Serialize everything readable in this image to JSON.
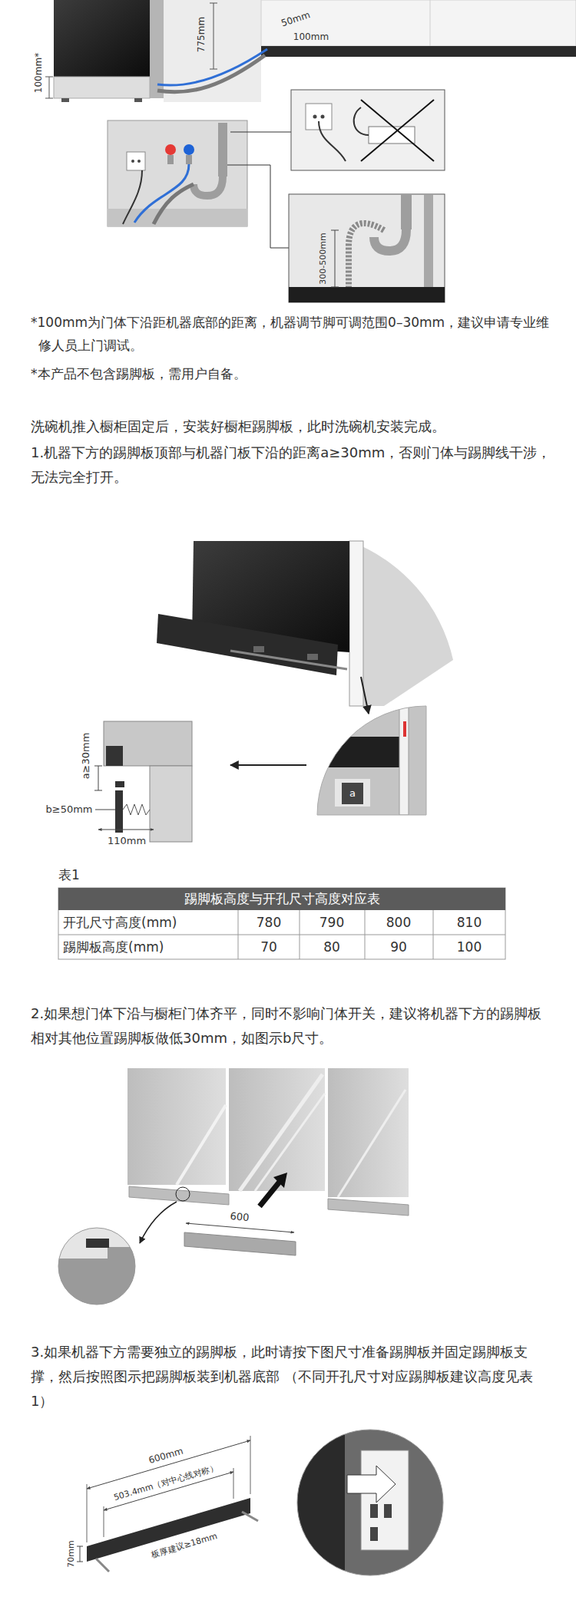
{
  "diagram": {
    "nodes": [
      {
        "text": [
          "踢脚板高度与开孔尺寸高度对应表"
        ]
      }
    ],
    "labels": [
      "775mm",
      "100mm*",
      "50mm",
      "100mm",
      "300-500mm",
      "*100mm为门体下沿距机器底部的距离，机器调节脚可调范围0–30mm，建议申请专业维修人员上门调试。",
      "*本产品不包含踢脚板，需用户自备。",
      "洗碗机推入橱柜固定后，安装好橱柜踢脚板，此时洗碗机安装完成。",
      "1.机器下方的踢脚板顶部与机器门板下沿的距离a≥30mm，否则门体与踢脚线干涉，无法完全打开。",
      "a≥30mm",
      "b≥50mm",
      "110mm",
      "a",
      "表1",
      "开孔尺寸高度(mm)",
      "780",
      "790",
      "800",
      "810",
      "踢脚板高度(mm)",
      "70",
      "80",
      "90",
      "100",
      "2.如果想门体下沿与橱柜门体齐平，同时不影响门体开关，建议将机器下方的踢脚板相对其他位置踢脚板做低30mm，如图示b尺寸。",
      "600",
      "3.如果机器下方需要独立的踢脚板，此时请按下图尺寸准备踢脚板并固定踢脚板支撑，然后按照图示把踢脚板装到机器底部 （不同开孔尺寸对应踢脚板建议高度见表1）",
      "600mm",
      "503.4mm（对中心线对称）",
      "70mm",
      "板厚建议≥18mm"
    ]
  }
}
